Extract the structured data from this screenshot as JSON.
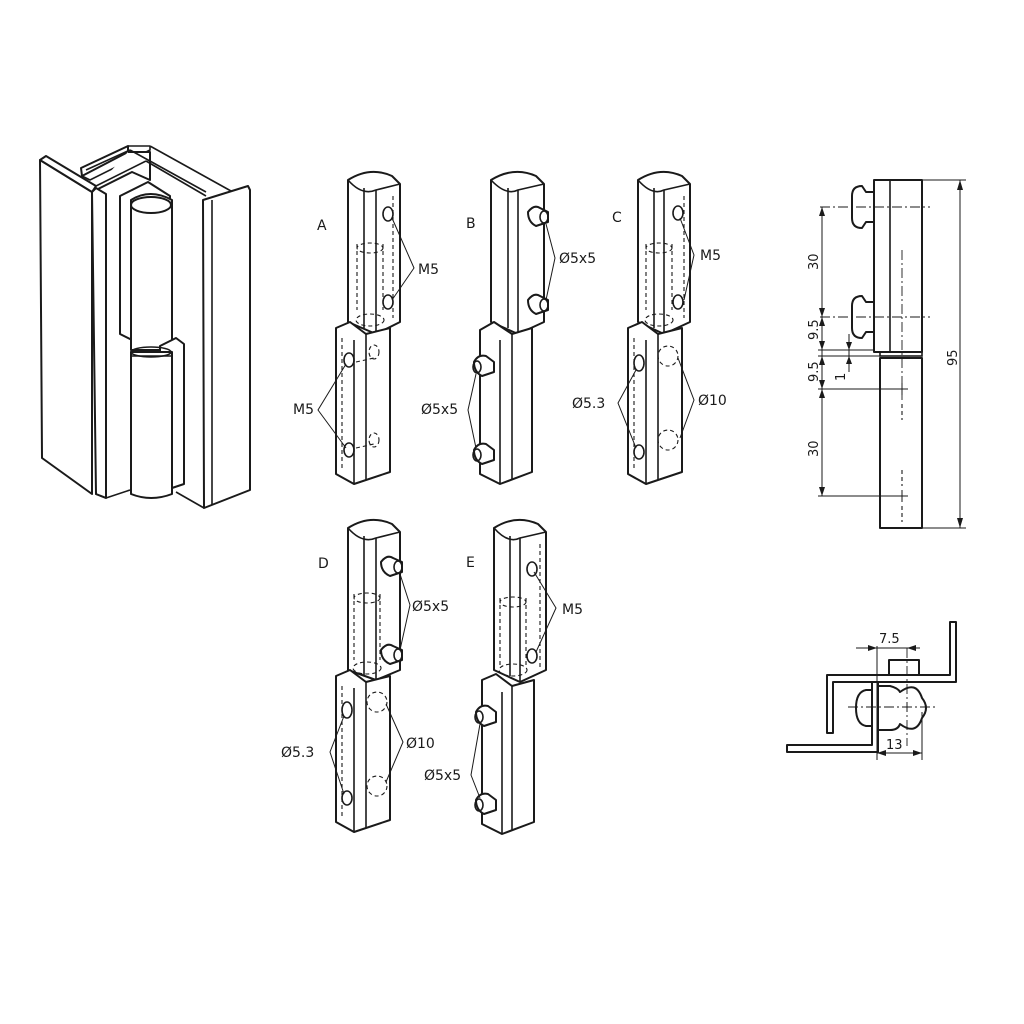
{
  "drawing": {
    "subject": "lift-off hinge variants",
    "overview_view": "isometric hinge mounted in profile",
    "variants": [
      {
        "id": "A",
        "label": "A",
        "upper_callout": "M5",
        "lower_callout": "M5"
      },
      {
        "id": "B",
        "label": "B",
        "upper_callout": "Ø5x5",
        "lower_callout": "Ø5x5"
      },
      {
        "id": "C",
        "label": "C",
        "upper_callout": "M5",
        "lower_callout_left": "Ø5.3",
        "lower_callout_right": "Ø10"
      },
      {
        "id": "D",
        "label": "D",
        "upper_callout": "Ø5x5",
        "lower_callout_left": "Ø5.3",
        "lower_callout_right": "Ø10"
      },
      {
        "id": "E",
        "label": "E",
        "upper_callout": "M5",
        "lower_callout": "Ø5x5"
      }
    ],
    "side_view": {
      "dims": {
        "pitch_upper": "30",
        "offset_upper": "9.5",
        "offset_lower": "9.5",
        "gap": "1",
        "pitch_lower": "30",
        "overall": "95"
      }
    },
    "top_view": {
      "dims": {
        "axis_offset": "7.5",
        "width": "13"
      }
    }
  }
}
